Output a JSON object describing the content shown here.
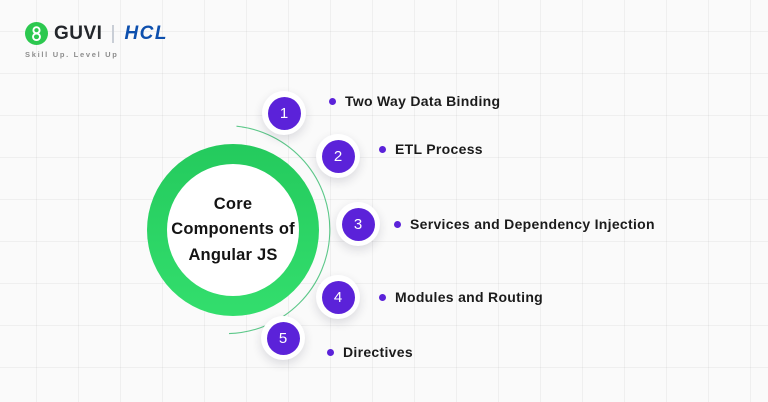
{
  "brand": {
    "guvi_label": "GUVI",
    "hcl_label": "HCL",
    "tagline": "Skill Up. Level Up"
  },
  "center": {
    "title": "Core Components of Angular JS",
    "title_lines": [
      "Core",
      "Components of",
      "Angular JS"
    ]
  },
  "items": [
    {
      "number": "1",
      "label": "Two Way Data Binding"
    },
    {
      "number": "2",
      "label": "ETL Process"
    },
    {
      "number": "3",
      "label": "Services and Dependency Injection"
    },
    {
      "number": "4",
      "label": "Modules and Routing"
    },
    {
      "number": "5",
      "label": "Directives"
    }
  ],
  "colors": {
    "ring_green": "#2bd466",
    "ring_green_dark": "#24ca5d",
    "badge_purple": "#5b22d9",
    "bullet_purple": "#5b22d9",
    "guvi_green": "#2cc84f",
    "hcl_blue": "#0d4fad",
    "arc_green": "#3fbe74",
    "text_dark": "#1b1b1b",
    "background": "#fafafa"
  }
}
